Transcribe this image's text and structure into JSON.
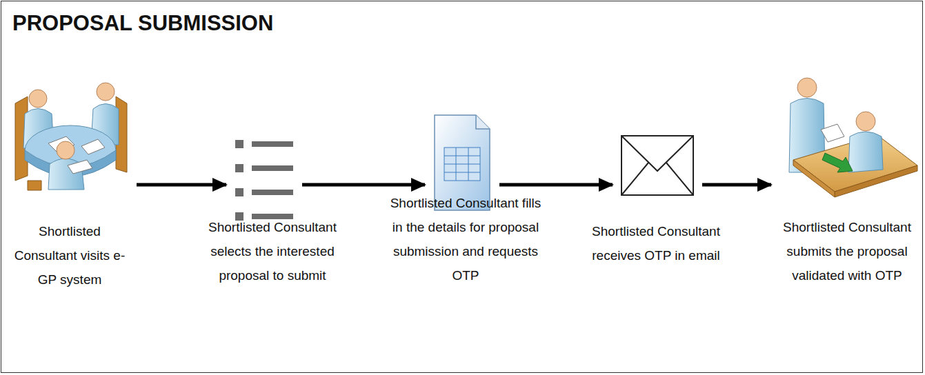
{
  "diagram": {
    "title": "PROPOSAL SUBMISSION",
    "nodes": [
      {
        "text": [
          "Shortlisted Consultant visits e-GP system"
        ]
      },
      {
        "text": [
          "Shortlisted Consultant selects the interested proposal to submit"
        ]
      },
      {
        "text": [
          "Shortlisted Consultant fills in the details for proposal submission and requests OTP"
        ]
      },
      {
        "text": [
          "Shortlisted Consultant receives OTP in email"
        ]
      },
      {
        "text": [
          "Shortlisted Consultant submits the proposal validated with OTP"
        ]
      }
    ],
    "edges": [
      {
        "from": 0,
        "to": 1,
        "arrow": "to"
      },
      {
        "from": 1,
        "to": 2,
        "arrow": "to"
      },
      {
        "from": 2,
        "to": 3,
        "arrow": "to"
      },
      {
        "from": 3,
        "to": 4,
        "arrow": "to"
      }
    ]
  }
}
